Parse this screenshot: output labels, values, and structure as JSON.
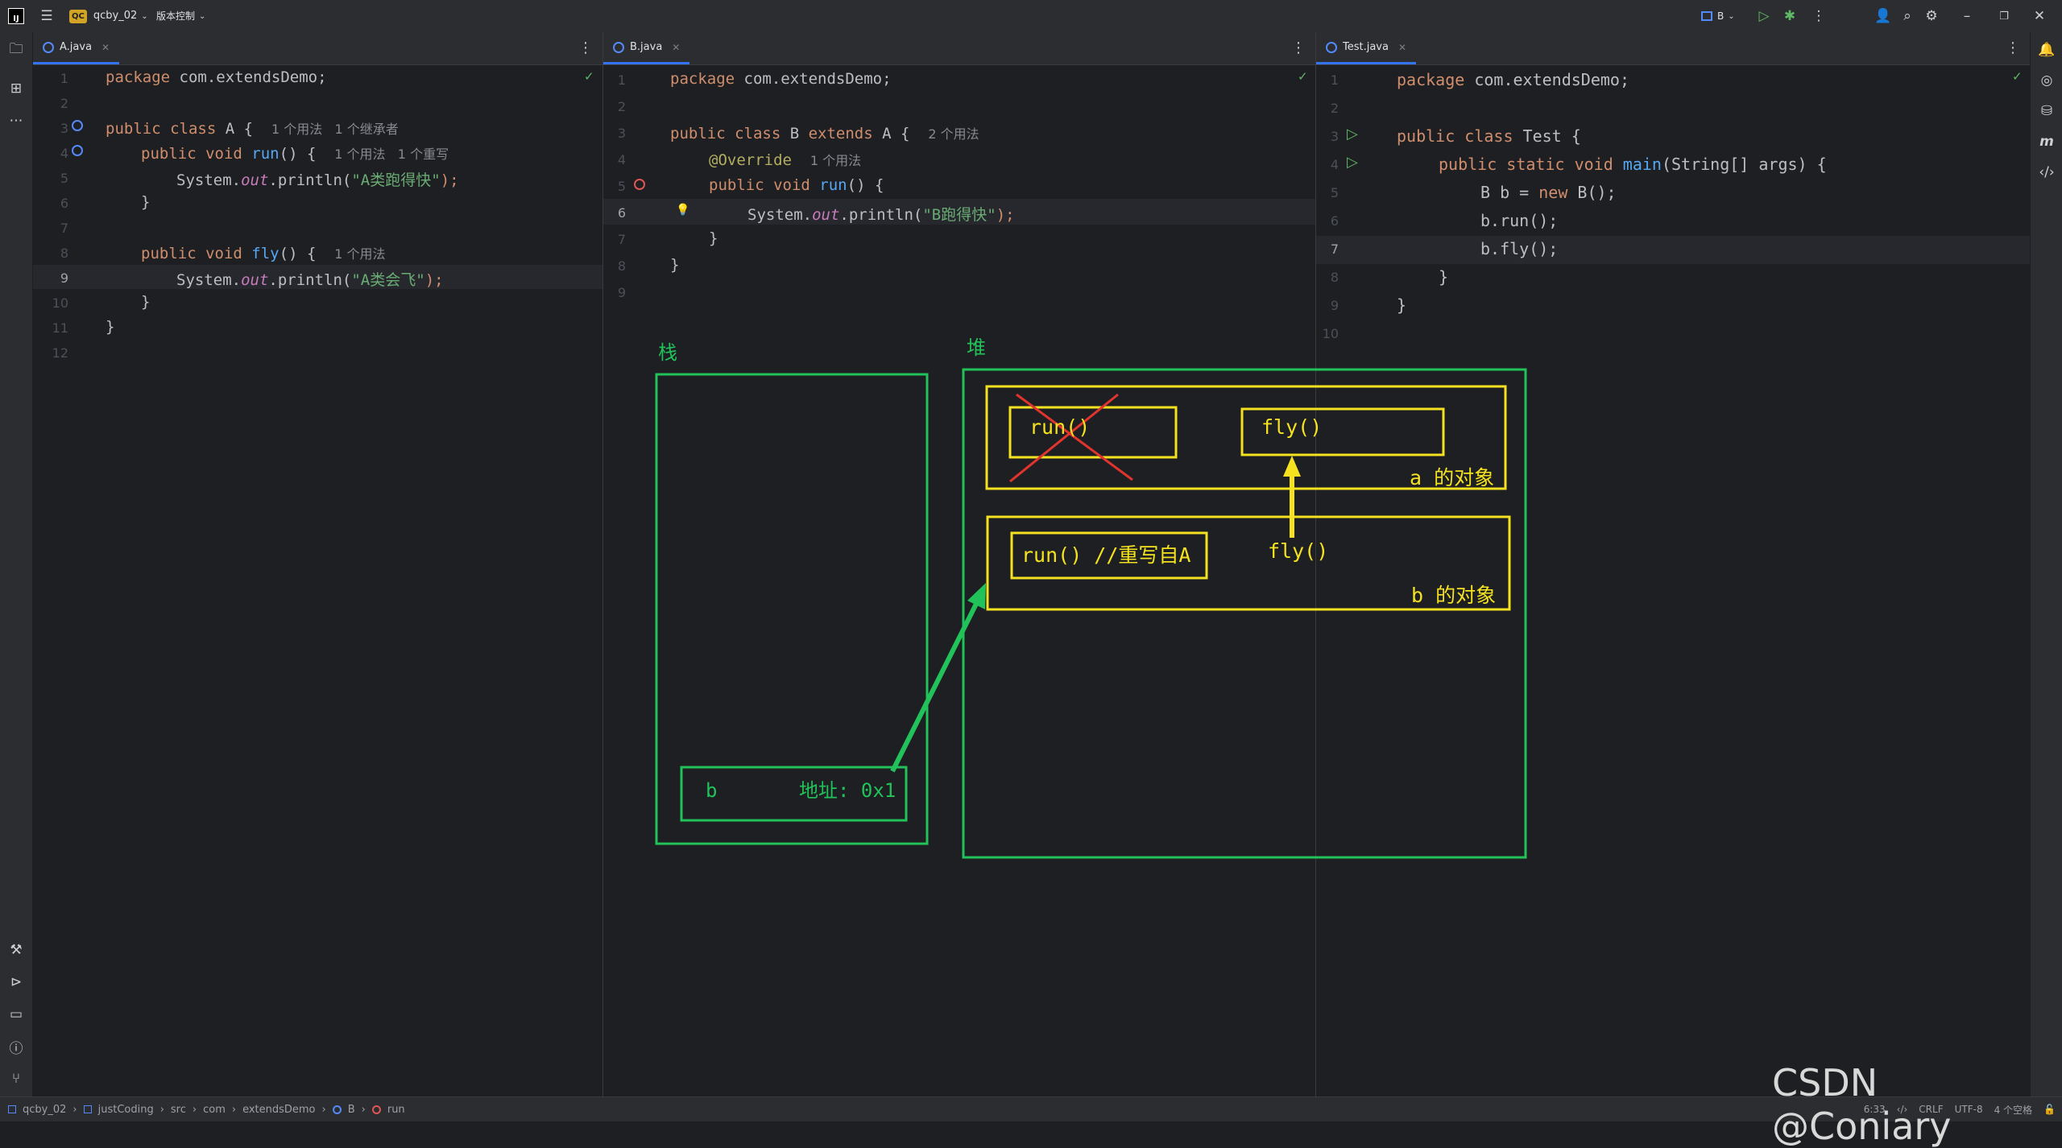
{
  "titlebar": {
    "project_badge": "QC",
    "project_name": "qcby_02",
    "vcs_label": "版本控制",
    "run_config": "B"
  },
  "panes": [
    {
      "tab_label": "A.java",
      "lines": [
        "1",
        "2",
        "3",
        "4",
        "5",
        "6",
        "7",
        "8",
        "9",
        "10",
        "11",
        "12"
      ],
      "code": {
        "l1_kw": "package",
        "l1_rest": " com.extendsDemo;",
        "l3_kw": "public class",
        "l3_rest": " A {",
        "l3_hint": "1 个用法   1 个继承者",
        "l4_kw": "public void",
        "l4_fn": "run",
        "l4_rest": "() {",
        "l4_hint": "1 个用法   1 个重写",
        "l5_a": "System.",
        "l5_it": "out",
        "l5_b": ".println(",
        "l5_str": "\"A类跑得快\"",
        "l5_c": ");",
        "l6": "}",
        "l8_kw": "public void",
        "l8_fn": "fly",
        "l8_rest": "() {",
        "l8_hint": "1 个用法",
        "l9_a": "System.",
        "l9_it": "out",
        "l9_b": ".println(",
        "l9_str": "\"A类会飞\"",
        "l9_c": ");",
        "l10": "}",
        "l11": "}"
      }
    },
    {
      "tab_label": "B.java",
      "lines": [
        "1",
        "2",
        "3",
        "4",
        "5",
        "6",
        "7",
        "8",
        "9"
      ],
      "code": {
        "l1_kw": "package",
        "l1_rest": " com.extendsDemo;",
        "l3_kw": "public class",
        "l3_mid": " B ",
        "l3_kw2": "extends",
        "l3_rest": " A {",
        "l3_hint": "2 个用法",
        "l4_ann": "@Override",
        "l4_hint": "1 个用法",
        "l5_kw": "public void",
        "l5_fn": "run",
        "l5_rest": "() {",
        "l6_a": "System.",
        "l6_it": "out",
        "l6_b": ".println(",
        "l6_str": "\"B跑得快\"",
        "l6_c": ");",
        "l7": "}",
        "l8": "}"
      }
    },
    {
      "tab_label": "Test.java",
      "lines": [
        "1",
        "2",
        "3",
        "4",
        "5",
        "6",
        "7",
        "8",
        "9",
        "10"
      ],
      "code": {
        "l1_kw": "package",
        "l1_rest": " com.extendsDemo;",
        "l3_kw": "public class",
        "l3_rest": " Test {",
        "l4_kw": "public static void",
        "l4_fn": "main",
        "l4_rest": "(String[] args) {",
        "l5_a": "B b = ",
        "l5_kw": "new",
        "l5_b": " B();",
        "l6": "b.run();",
        "l7": "b.fly();",
        "l8": "}",
        "l9": "}"
      }
    }
  ],
  "diagram": {
    "stack_label": "栈",
    "heap_label": "堆",
    "var_b": "b",
    "address": "地址: 0x1",
    "a_run": "run()",
    "a_fly": "fly()",
    "a_obj": "a 的对象",
    "b_run": "run() //重写自A",
    "b_fly": "fly()",
    "b_obj": "b 的对象"
  },
  "statusbar": {
    "crumbs": [
      "qcby_02",
      "justCoding",
      "src",
      "com",
      "extendsDemo",
      "B",
      "run"
    ],
    "position": "6:33",
    "line_sep": "CRLF",
    "encoding": "UTF-8",
    "indent": "4 个空格"
  },
  "watermark": "CSDN @Coniary",
  "colors": {
    "stack_heap": "#22c25a",
    "objects": "#f4e120",
    "cross": "#e0342e",
    "accent": "#3574f0"
  }
}
